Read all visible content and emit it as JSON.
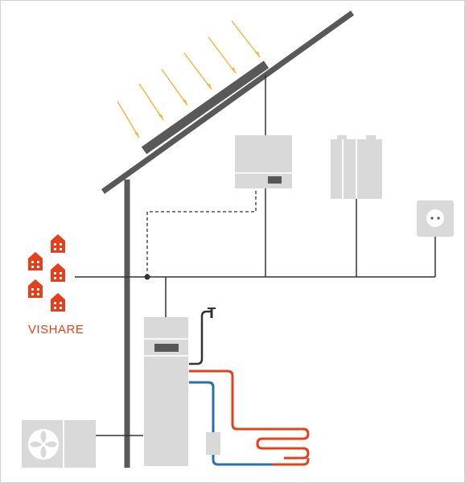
{
  "brand": {
    "label": "VISHARE"
  },
  "colors": {
    "structure": "#595959",
    "device": "#d9d9d9",
    "device_dark": "#575757",
    "wire": "#333333",
    "sun_ray": "#f2b632",
    "hot": "#e5401c",
    "cold": "#2a6fb0",
    "community": "#e5401c"
  },
  "components": [
    {
      "id": "solar-panel",
      "icon": "solar-panel-icon"
    },
    {
      "id": "inverter",
      "icon": "inverter-icon"
    },
    {
      "id": "battery-storage",
      "icon": "battery-icon"
    },
    {
      "id": "power-outlet",
      "icon": "socket-icon"
    },
    {
      "id": "heat-pump-outdoor-unit",
      "icon": "fan-icon"
    },
    {
      "id": "indoor-heat-pump-unit",
      "icon": "indoor-unit-icon"
    },
    {
      "id": "water-tap",
      "icon": "tap-icon"
    },
    {
      "id": "underfloor-heating-loop",
      "icon": "heating-loop-icon"
    },
    {
      "id": "community-houses",
      "icon": "house-icon"
    }
  ]
}
